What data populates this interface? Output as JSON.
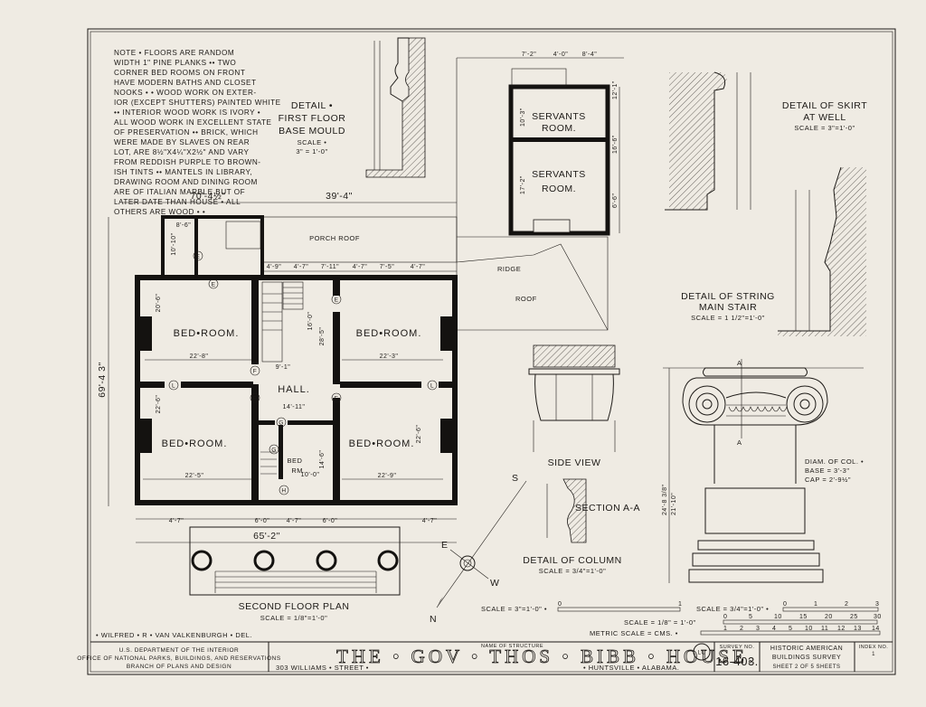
{
  "note": {
    "lines": [
      "NOTE • FLOORS ARE RANDOM",
      "WIDTH 1\" PINE PLANKS •• TWO",
      "CORNER BED ROOMS ON FRONT",
      "HAVE MODERN BATHS AND CLOSET",
      "NOOKS • • WOOD WORK ON EXTER-",
      "IOR (EXCEPT SHUTTERS) PAINTED WHITE",
      "•• INTERIOR WOOD WORK IS IVORY •",
      "ALL WOOD WORK IN EXCELLENT STATE",
      "OF PRESERVATION •• BRICK, WHICH",
      "WERE MADE BY SLAVES ON REAR",
      "LOT, ARE 8½\"X4¼\"X2½\" AND VARY",
      "FROM REDDISH PURPLE TO BROWN-",
      "ISH TINTS •• MANTELS IN LIBRARY,",
      "DRAWING ROOM AND DINING ROOM",
      "ARE OF ITALIAN MARBLE BUT OF",
      "LATER DATE THAN HOUSE • ALL",
      "OTHERS ARE WOOD • •"
    ]
  },
  "details": {
    "base_mould": {
      "l1": "DETAIL •",
      "l2": "FIRST FLOOR",
      "l3": "BASE MOULD",
      "l4": "SCALE •",
      "l5": "3\" = 1'-0\""
    },
    "skirt": {
      "l1": "DETAIL OF SKIRT",
      "l2": "AT WELL",
      "l3": "SCALE = 3\"=1'-0\""
    },
    "string": {
      "l1": "DETAIL OF STRING",
      "l2": "MAIN STAIR",
      "l3": "SCALE = 1 1/2\"=1'-0\""
    },
    "side_view": "SIDE VIEW",
    "section": "SECTION A-A",
    "column": {
      "l1": "DETAIL OF COLUMN",
      "l2": "SCALE = 3/4\"=1'-0\""
    },
    "column_diam": {
      "l1": "DIAM. OF COL. •",
      "l2": "BASE = 3'-3\"",
      "l3": "CAP = 2'-9½\""
    },
    "column_dims": {
      "overall": "24'-8 3/8\"",
      "shaft": "21'-10\"",
      "a": "A"
    }
  },
  "servants": {
    "top_dims": [
      "7'-2\"",
      "4'-0\"",
      "8'-4\""
    ],
    "room1": [
      "SERVANTS",
      "ROOM."
    ],
    "room2": [
      "SERVANTS",
      "ROOM."
    ],
    "side_dims": [
      "12'-1\"",
      "16'-6\"",
      "6'-6\""
    ],
    "left_dims": [
      "10'-3\"",
      "17'-2\""
    ],
    "ridge": "RIDGE",
    "roof": "ROOF"
  },
  "plan": {
    "title": "SECOND FLOOR PLAN",
    "scale": "SCALE = 1/8\"=1'-0\"",
    "overall_left": "70'-4½\"",
    "overall_right": "39'-4\"",
    "overall_depth": "69'-4 3\"",
    "overall_width": "65'-2\"",
    "porch_roof": "PORCH ROOF",
    "hall": "HALL.",
    "bedrooms": [
      "BED•ROOM.",
      "BED•ROOM.",
      "BED•ROOM.",
      "BED•ROOM."
    ],
    "small_bed": [
      "BED",
      "RM."
    ],
    "dims": {
      "nw_w": "22'-8\"",
      "ne_w": "22'-3\"",
      "sw_w": "22'-5\"",
      "se_w": "22'-9\"",
      "nw_d": "20'-6\"",
      "sw_d": "22'-6\"",
      "se_d": "22'-6\"",
      "hall_w": "14'-11\"",
      "stair": "16'-0\"",
      "hall_d": "28'-5\"",
      "stair_w": "9'-1\"",
      "small_w": "10'-0\"",
      "small_d": "14'-6\"",
      "wing_w": "8'-6\"",
      "wing_d": "10'-10\""
    },
    "top_dims": [
      "4'-9\"",
      "4'-7\"",
      "7'-11\"",
      "4'-7\"",
      "7'-5\"",
      "4'-7\""
    ],
    "bottom_dims": [
      "4'-7\"",
      "6'-0\"",
      "4'-7\"",
      "6'-0\"",
      "4'-7\""
    ],
    "door_marks": [
      "E",
      "E",
      "E",
      "F",
      "E",
      "E",
      "L",
      "L",
      "G",
      "G",
      "H"
    ]
  },
  "compass": {
    "n": "N",
    "e": "E",
    "s": "S",
    "w": "W"
  },
  "scales": {
    "s1": {
      "label": "SCALE = 3\"=1'-0\" •",
      "ticks": [
        "0",
        "1"
      ]
    },
    "s2": {
      "label": "SCALE = 3/4\"=1'-0\" •",
      "ticks": [
        "0",
        "1",
        "2",
        "3"
      ]
    },
    "s3": {
      "label": "SCALE = 1/8\" = 1'-0\"",
      "ticks": [
        "0",
        "5",
        "10",
        "15",
        "20",
        "25",
        "30"
      ]
    },
    "s4": {
      "label": "METRIC SCALE = CMS. •",
      "ticks": [
        "1",
        "2",
        "3",
        "4",
        "5",
        "10",
        "11",
        "12",
        "13",
        "14"
      ]
    }
  },
  "delineator": "• WILFRED • R • VAN VALKENBURGH • DEL.",
  "title_block": {
    "agency": [
      "U.S. DEPARTMENT OF THE INTERIOR",
      "OFFICE OF NATIONAL PARKS, BUILDINGS, AND RESERVATIONS",
      "BRANCH OF PLANS AND DESIGN"
    ],
    "name_label": "NAME OF STRUCTURE",
    "name": "THE • GOV • THOS • BIBB • HOUSE.",
    "street": "303 WILLIAMS • STREET •",
    "city": "• HUNTSVILLE • ALABAMA.",
    "seal": "LC",
    "survey_label": "SURVEY NO.",
    "survey_no": "16-403.",
    "habs": [
      "HISTORIC AMERICAN",
      "BUILDINGS SURVEY"
    ],
    "sheet": "SHEET 2 OF 5 SHEETS",
    "index_label": "INDEX NO.",
    "index_no": "1"
  }
}
